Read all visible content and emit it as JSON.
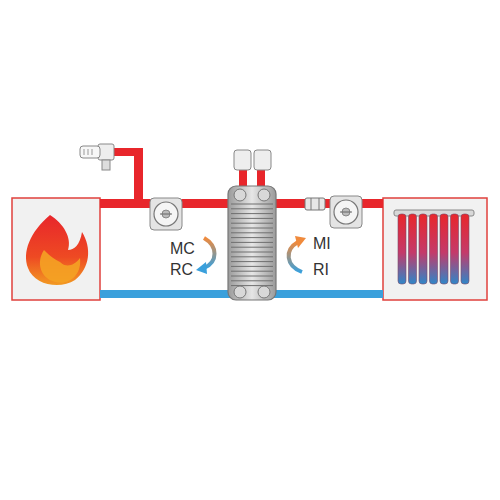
{
  "diagram": {
    "labels": [
      "MC",
      "RC",
      "MI",
      "RI"
    ]
  }
}
